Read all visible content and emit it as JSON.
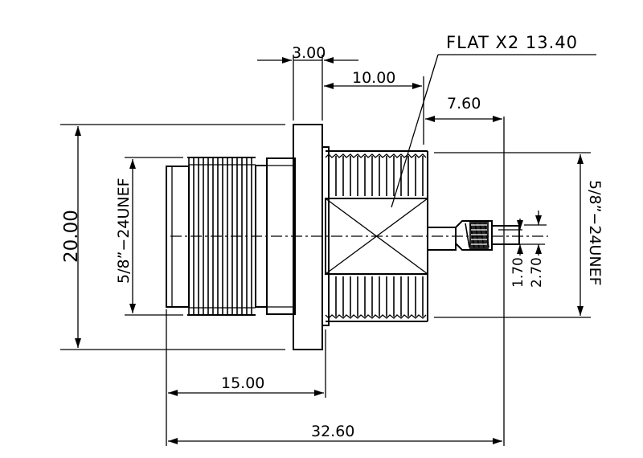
{
  "labels": {
    "flange_thickness": "3.00",
    "flat_length": "10.00",
    "rear_length": "7.60",
    "flat_note": "FLAT X2 13.40",
    "body_diameter": "20.00",
    "front_thread": "5/8”−24UNEF",
    "rear_thread": "5/8”−24UNEF",
    "pin_diameter": "1.70",
    "pin_tip_diameter": "2.70",
    "front_length": "15.00",
    "overall_length": "32.60"
  }
}
